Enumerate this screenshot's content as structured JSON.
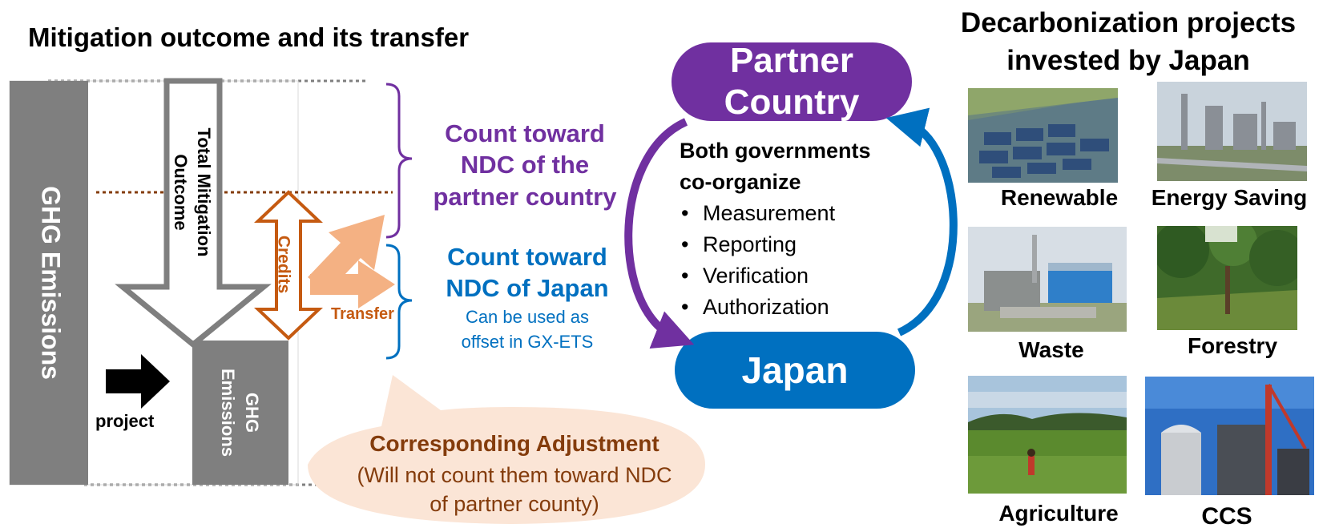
{
  "left": {
    "title": "Mitigation outcome and its transfer",
    "ghg_emissions": "GHG Emissions",
    "total_mitigation_line1": "Total Mitigation",
    "total_mitigation_line2": "Outcome",
    "credits": "Credits",
    "transfer": "Transfer",
    "project": "project",
    "ghg_small_line1": "GHG",
    "ghg_small_line2": "Emissions",
    "count_partner_lines": [
      "Count toward",
      "NDC of the",
      "partner country"
    ],
    "count_japan_lines": [
      "Count toward",
      "NDC of Japan"
    ],
    "offset_lines": [
      "Can be used as",
      "offset in GX-ETS"
    ],
    "adjustment_title": "Corresponding Adjustment",
    "adjustment_lines": [
      "(Will not count them toward NDC",
      "of partner county)"
    ]
  },
  "middle": {
    "partner_lines": [
      "Partner",
      "Country"
    ],
    "japan": "Japan",
    "governments_lines": [
      "Both governments",
      "co-organize"
    ],
    "bullets": [
      "Measurement",
      "Reporting",
      "Verification",
      "Authorization"
    ]
  },
  "right": {
    "title_lines": [
      "Decarbonization projects",
      "invested by Japan"
    ],
    "photos": [
      "Renewable",
      "Energy Saving",
      "Waste",
      "Forestry",
      "Agriculture",
      "CCS"
    ]
  },
  "colors": {
    "purple": "#7030a0",
    "blue": "#0070c0",
    "orange_brown": "#c55a11",
    "dark_brown": "#843c0c",
    "gray": "#7f7f7f",
    "salmon": "#f4b183",
    "bubble": "#fbe5d6"
  }
}
